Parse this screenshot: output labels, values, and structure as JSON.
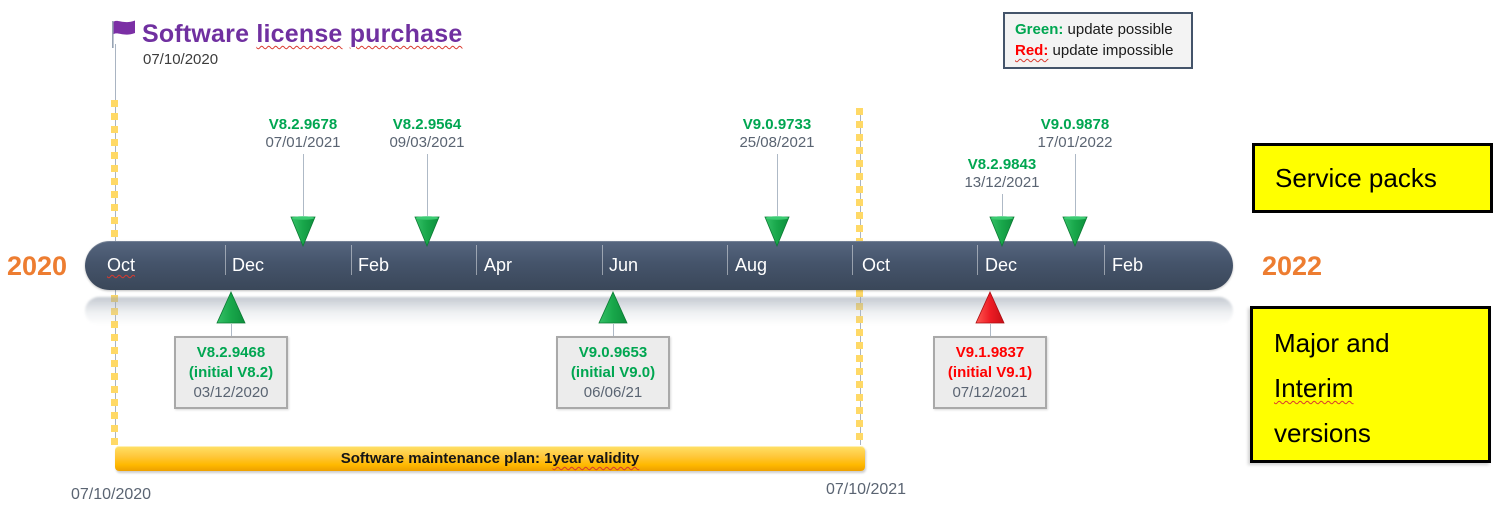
{
  "title": {
    "word_plain": "Software",
    "word_squiggle1": "license",
    "word_squiggle2": "purchase",
    "purchase_date": "07/10/2020"
  },
  "legend": {
    "green_label": "Green:",
    "green_text": " update possible",
    "red_label": "Red:",
    "red_text": " update impossible"
  },
  "years": {
    "start": "2020",
    "end": "2022"
  },
  "timeline": {
    "months": [
      "Oct",
      "Dec",
      "Feb",
      "Apr",
      "Jun",
      "Aug",
      "Oct",
      "Dec",
      "Feb"
    ]
  },
  "service_packs": [
    {
      "version": "V8.2.9678",
      "date": "07/01/2021"
    },
    {
      "version": "V8.2.9564",
      "date": "09/03/2021"
    },
    {
      "version": "V9.0.9733",
      "date": "25/08/2021"
    },
    {
      "version": "V8.2.9843",
      "date": "13/12/2021"
    },
    {
      "version": "V9.0.9878",
      "date": "17/01/2022"
    }
  ],
  "major_versions": [
    {
      "version": "V8.2.9468",
      "initial": "(initial V8.2)",
      "date": "03/12/2020",
      "status": "green"
    },
    {
      "version": "V9.0.9653",
      "initial": "(initial V9.0)",
      "date": "06/06/21",
      "status": "green"
    },
    {
      "version": "V9.1.9837",
      "initial": "(initial V9.1)",
      "date": "07/12/2021",
      "status": "red"
    }
  ],
  "maintenance": {
    "label_main": "Software maintenance plan: 1 ",
    "label_squiggle": "year validity",
    "start_date": "07/10/2020",
    "end_date": "07/10/2021"
  },
  "callouts": {
    "service_packs": "Service packs",
    "major_line1": "Major and",
    "major_line2": "Interim",
    "major_line3": "versions"
  },
  "colors": {
    "green": "#00A651",
    "red": "#FF0000",
    "orange": "#ED7D31",
    "purple": "#7030A0",
    "bar_slate": "#44546A",
    "maintenance_yellow": "#FFC000",
    "callout_yellow": "#FFFF00"
  }
}
